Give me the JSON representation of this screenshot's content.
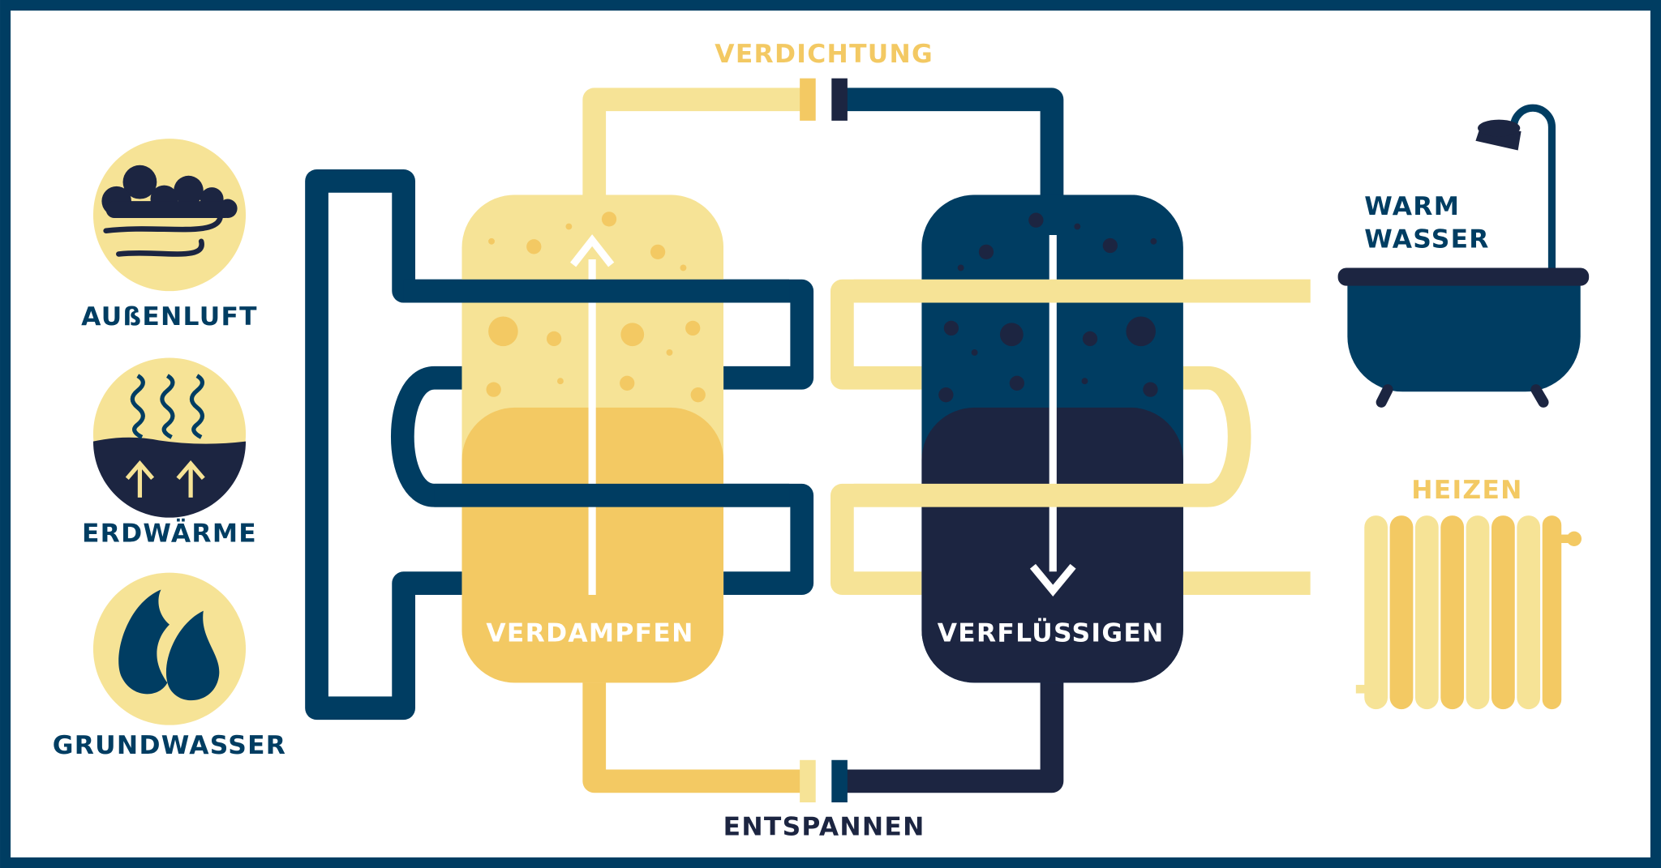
{
  "colors": {
    "frame": "#003d62",
    "navy": "#1c2541",
    "light_yellow": "#f6e396",
    "yellow": "#f3c963",
    "white": "#ffffff"
  },
  "sources": [
    {
      "label": "AUßENLUFT",
      "icon": "cloud-wind-icon"
    },
    {
      "label": "ERDWÄRME",
      "icon": "ground-heat-icon"
    },
    {
      "label": "GRUNDWASSER",
      "icon": "water-drops-icon"
    }
  ],
  "process": {
    "compress": "VERDICHTUNG",
    "expand": "ENTSPANNEN",
    "evaporate": "VERDAMPFEN",
    "condense": "VERFLÜSSIGEN"
  },
  "outputs": {
    "warm_water_line1": "WARM",
    "warm_water_line2": "WASSER",
    "heating": "HEIZEN"
  }
}
